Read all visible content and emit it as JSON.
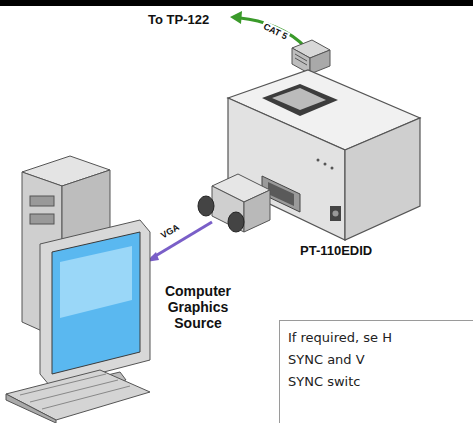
{
  "diagram": {
    "nodes": [
      {
        "text": [
          "If required, se H SYNC and V SYNC switc"
        ]
      }
    ],
    "labels": [
      "To TP-122",
      "CAT 5",
      "PT-110EDID",
      "VGA",
      "Computer Graphics Source"
    ]
  }
}
